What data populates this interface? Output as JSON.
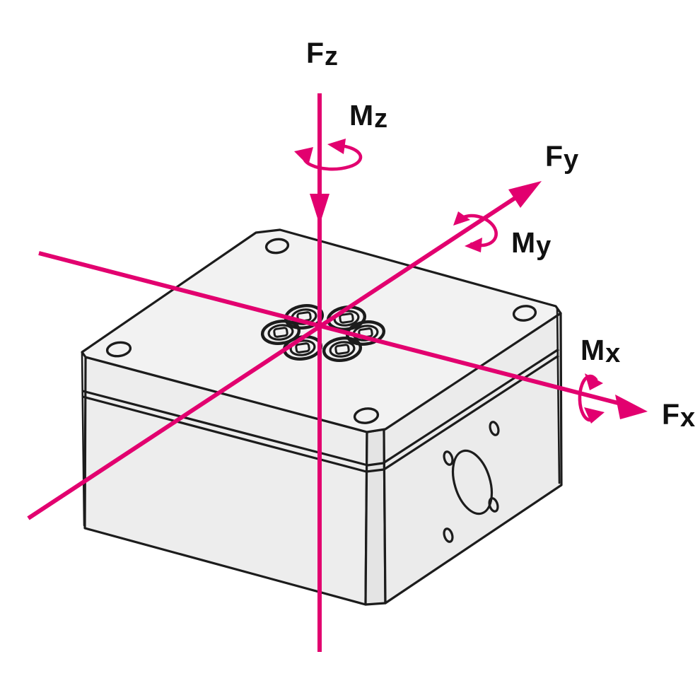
{
  "diagram": {
    "axis_labels": {
      "fz": {
        "main": "F",
        "sub": "z"
      },
      "mz": {
        "main": "M",
        "sub": "z"
      },
      "fy": {
        "main": "F",
        "sub": "y"
      },
      "my": {
        "main": "M",
        "sub": "y"
      },
      "mx": {
        "main": "M",
        "sub": "x"
      },
      "fx": {
        "main": "F",
        "sub": "x"
      }
    }
  },
  "colors": {
    "accent": "#e2006f",
    "outline": "#1c1c1c",
    "face_top": "#f2f2f2",
    "face_left": "#ededed",
    "face_right": "#ebebeb",
    "face_chamfer": "#e4e4e4",
    "background": "#ffffff",
    "text": "#111111"
  }
}
